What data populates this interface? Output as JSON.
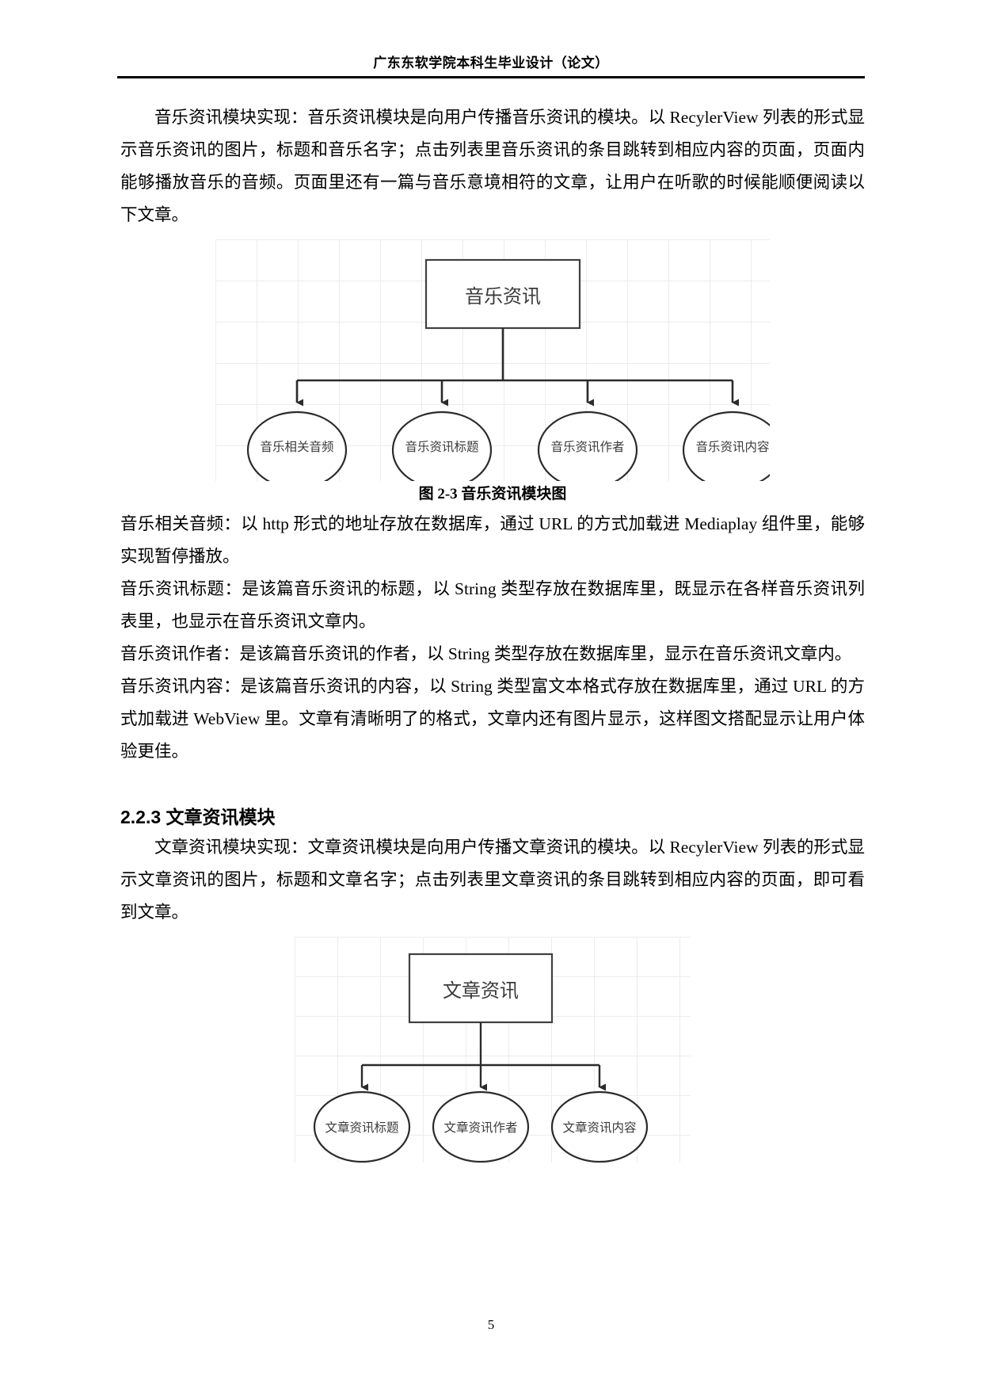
{
  "header": {
    "running_title": "广东东软学院本科生毕业设计（论文）"
  },
  "sections": {
    "music_intro": "音乐资讯模块实现：音乐资讯模块是向用户传播音乐资讯的模块。以 RecylerView 列表的形式显示音乐资讯的图片，标题和音乐名字；点击列表里音乐资讯的条目跳转到相应内容的页面，页面内能够播放音乐的音频。页面里还有一篇与音乐意境相符的文章，让用户在听歌的时候能顺便阅读以下文章。",
    "figure_2_3_caption": "图 2-3  音乐资讯模块图",
    "music_audio_desc": "音乐相关音频：以 http 形式的地址存放在数据库，通过 URL 的方式加载进 Mediaplay 组件里，能够实现暂停播放。",
    "music_title_desc": "音乐资讯标题：是该篇音乐资讯的标题，以 String 类型存放在数据库里，既显示在各样音乐资讯列表里，也显示在音乐资讯文章内。",
    "music_author_desc": "音乐资讯作者：是该篇音乐资讯的作者，以 String 类型存放在数据库里，显示在音乐资讯文章内。",
    "music_content_desc": "音乐资讯内容：是该篇音乐资讯的内容，以 String 类型富文本格式存放在数据库里，通过 URL 的方式加载进 WebView 里。文章有清晰明了的格式，文章内还有图片显示，这样图文搭配显示让用户体验更佳。",
    "article_heading": "2.2.3 文章资讯模块",
    "article_intro": "文章资讯模块实现：文章资讯模块是向用户传播文章资讯的模块。以 RecylerView 列表的形式显示文章资讯的图片，标题和文章名字；点击列表里文章资讯的条目跳转到相应内容的页面，即可看到文章。"
  },
  "figure_music": {
    "root": "音乐资讯",
    "leaves": [
      "音乐相关音频",
      "音乐资讯标题",
      "音乐资讯作者",
      "音乐资讯内容"
    ]
  },
  "figure_article": {
    "root": "文章资讯",
    "leaves": [
      "文章资讯标题",
      "文章资讯作者",
      "文章资讯内容"
    ]
  },
  "footer": {
    "page_number": "5"
  },
  "colors": {
    "text": "#000000",
    "node_stroke": "#3f3f46",
    "node_text": "#3a3a3a",
    "grid_line": "#ececf2",
    "rule": "#000000"
  }
}
